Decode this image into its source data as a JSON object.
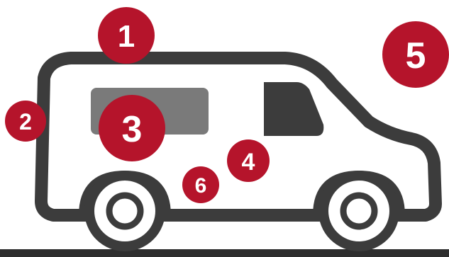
{
  "colors": {
    "background": "#ffffff",
    "outline": "#3c3c3c",
    "marker": "#b5142b",
    "window": "#7a7a7a",
    "ground": "#2e2e2e"
  },
  "markers": [
    {
      "label": "1"
    },
    {
      "label": "2"
    },
    {
      "label": "3"
    },
    {
      "label": "4"
    },
    {
      "label": "5"
    },
    {
      "label": "6"
    }
  ]
}
